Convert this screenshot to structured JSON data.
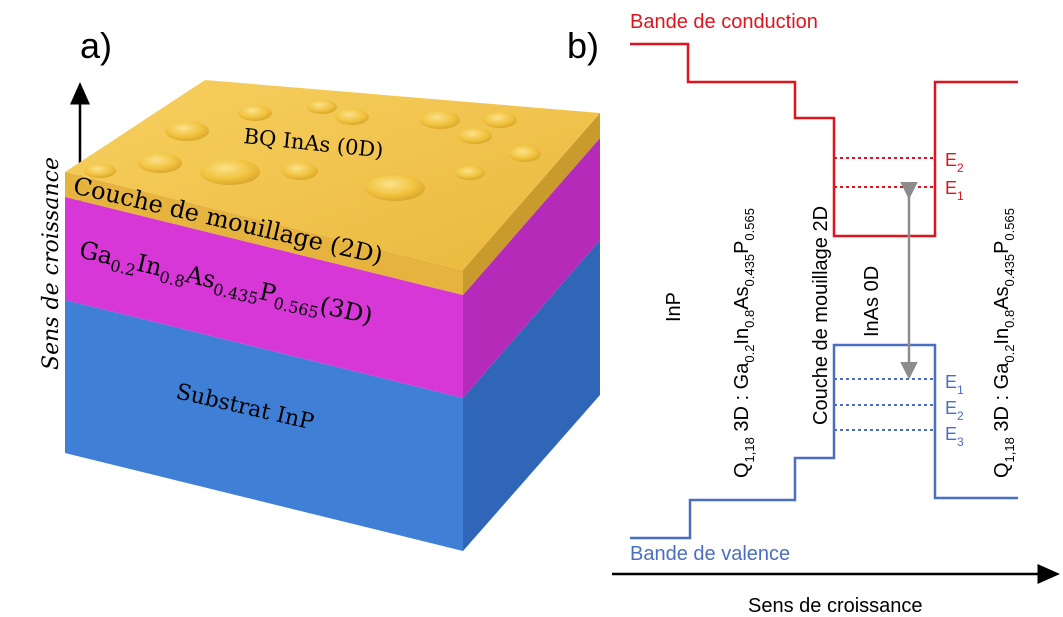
{
  "panel_a": {
    "label": "a)",
    "growth_axis": "Sens de croissance",
    "layers": {
      "quantum_dots": "BQ InAs (0D)",
      "wetting_layer": "Couche de mouillage (2D)",
      "quaternary": {
        "main": "Ga",
        "s1": "0.2",
        "t2": "In",
        "s2": "0.8",
        "t3": "As",
        "s3": "0.435",
        "t4": "P",
        "s4": "0.565",
        "tail": "(3D)"
      },
      "substrate": "Substrat InP"
    },
    "colors": {
      "dots": "#f2c94c",
      "wetting": "#f5c24a",
      "quaternary": "#e83be6",
      "substrate": "#4a8fe0"
    }
  },
  "panel_b": {
    "label": "b)",
    "conduction_band": "Bande de conduction",
    "valence_band": "Bande de valence",
    "x_axis": "Sens de croissance",
    "regions": {
      "inp": "InP",
      "quaternary_left": {
        "q": "Q",
        "qsub": "1,18",
        "mid": " 3D : Ga",
        "s1": "0.2",
        "t2": "In",
        "s2": "0.8",
        "t3": "As",
        "s3": "0.435",
        "t4": "P",
        "s4": "0.565"
      },
      "wetting": "Couche de mouillage 2D",
      "dots": "InAs 0D",
      "quaternary_right": {
        "q": "Q",
        "qsub": "1,18",
        "mid": " 3D : Ga",
        "s1": "0.2",
        "t2": "In",
        "s2": "0.8",
        "t3": "As",
        "s3": "0.435",
        "t4": "P",
        "s4": "0.565"
      }
    },
    "electron_levels": [
      {
        "e": "E",
        "sub": "2"
      },
      {
        "e": "E",
        "sub": "1"
      }
    ],
    "hole_levels": [
      {
        "e": "E",
        "sub": "1"
      },
      {
        "e": "E",
        "sub": "2"
      },
      {
        "e": "E",
        "sub": "3"
      }
    ],
    "colors": {
      "conduction": "#e0141e",
      "valence": "#4a6fc2",
      "transition": "#8c8c8c"
    }
  }
}
